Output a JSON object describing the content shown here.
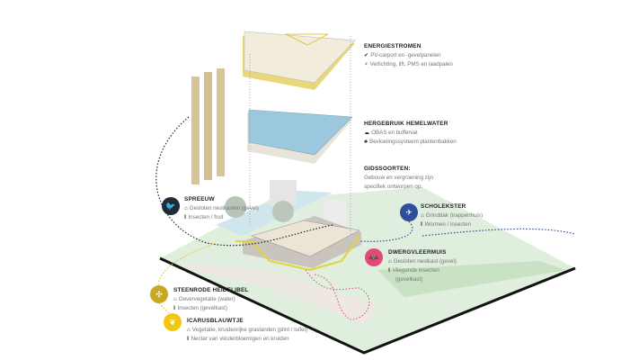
{
  "energy": {
    "title": "ENERGIESTROMEN",
    "items": [
      "PV-carport en -gevelpanelen",
      "Verlichting, lift, PMS en laadpalen"
    ]
  },
  "water": {
    "title": "HERGEBRUIK HEMELWATER",
    "items": [
      "OBAS en buffervat",
      "Bevloeiingssysteem plantenbakken"
    ]
  },
  "guide": {
    "title": "GIDSSOORTEN:",
    "lines": [
      "Gebouw en vergroening zijn",
      "specifiek ontworpen op:"
    ]
  },
  "species": [
    {
      "name": "SPREEUW",
      "home": "Gesloten nestkasten (gevel)",
      "food": "Insecten / fruit",
      "color": "#1f2b38"
    },
    {
      "name": "SCHOLEKSTER",
      "home": "Grinddak (trappenhuis)",
      "food": "Wormen / insecten",
      "color": "#2e4d9c"
    },
    {
      "name": "DWERGVLEERMUIS",
      "home": "Gesloten nestkast (gevel)",
      "food": "Vliegende insecten",
      "food2": "(gevelkast)",
      "color": "#e04a78"
    },
    {
      "name": "STEENRODE HEIDELIBEL",
      "home": "Oevervegetatie (water)",
      "food": "Insecten (gevelkast)",
      "color": "#c9a722"
    },
    {
      "name": "ICARUSBLAUWTJE",
      "home": "Vegetatie, kruidenrijke graslanden (plint / luifel)",
      "food": "Nectar van vlinderbloemigen en kruiden",
      "color": "#f0c814"
    }
  ]
}
